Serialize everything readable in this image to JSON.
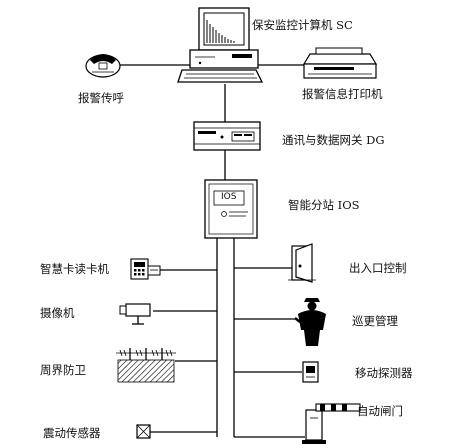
{
  "nodes": {
    "computer": "保安监控计算机 SC",
    "alarm_pager": "报警传呼",
    "alarm_printer": "报警信息打印机",
    "gateway": "通讯与数据网关 DG",
    "substation": "智能分站 IOS",
    "card_reader": "智慧卡读卡机",
    "camera": "摄像机",
    "perimeter": "周界防卫",
    "vibration_sensor": "震动传感器",
    "access_control": "出入口控制",
    "patrol": "巡更管理",
    "motion_detector": "移动探测器",
    "auto_gate": "自动闸门"
  },
  "substation_box_text": "IOS"
}
